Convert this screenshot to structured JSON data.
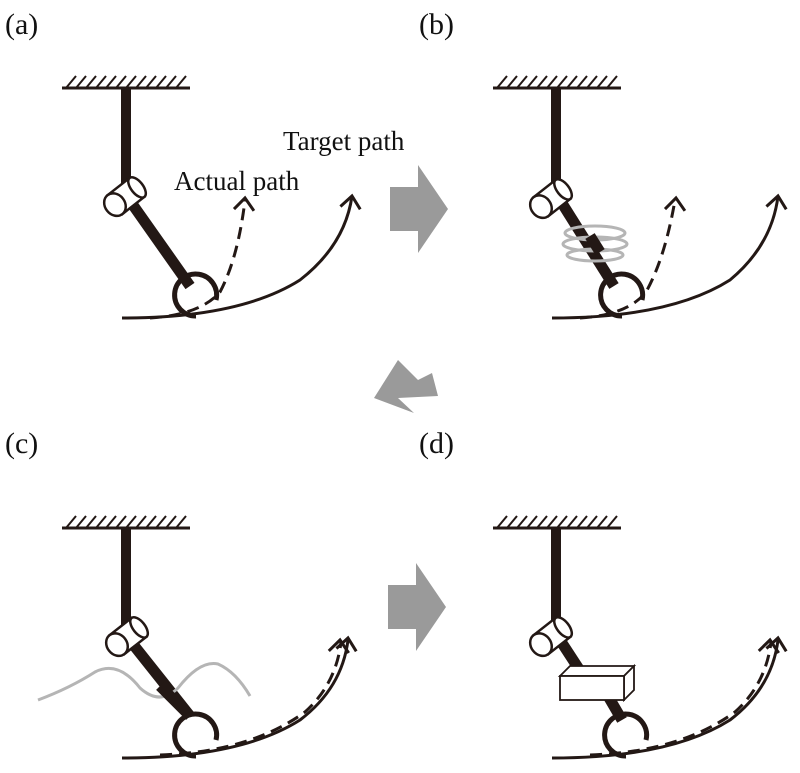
{
  "panels": [
    {
      "id": "a",
      "label": "(a)"
    },
    {
      "id": "b",
      "label": "(b)"
    },
    {
      "id": "c",
      "label": "(c)"
    },
    {
      "id": "d",
      "label": "(d)"
    }
  ],
  "annotations": {
    "target_path": "Target path",
    "actual_path": "Actual path"
  },
  "colors": {
    "ink": "#231815",
    "arrow_fill": "#9a9a9a",
    "accessory_gray": "#b5b5b5"
  }
}
